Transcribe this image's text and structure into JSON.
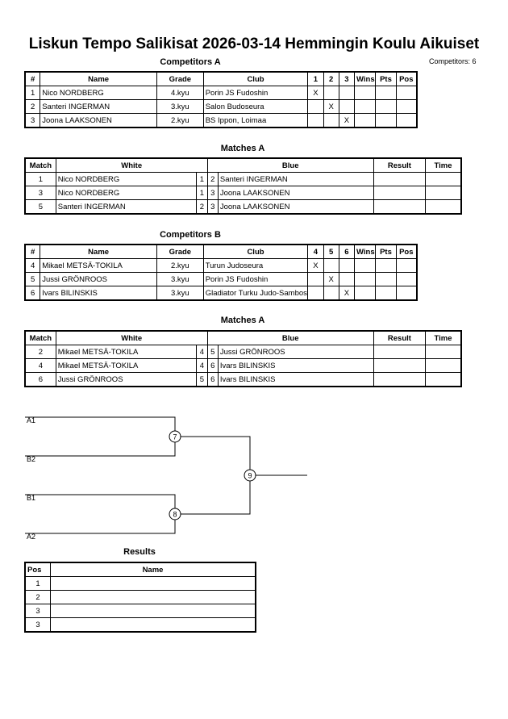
{
  "header": {
    "title": "Liskun Tempo Salikisat  2026-03-14  Hemmingin Koulu   Aikuiset",
    "competitors_count": "Competitors: 6"
  },
  "competitors_a": {
    "title": "Competitors A",
    "headers": [
      "#",
      "Name",
      "Grade",
      "Club",
      "1",
      "2",
      "3",
      "Wins",
      "Pts",
      "Pos"
    ],
    "rows": [
      {
        "num": "1",
        "name": "Nico NORDBERG",
        "grade": "4.kyu",
        "club": "Porin JS Fudoshin",
        "m1": "X",
        "m2": "",
        "m3": "",
        "wins": "",
        "pts": "",
        "pos": ""
      },
      {
        "num": "2",
        "name": "Santeri INGERMAN",
        "grade": "3.kyu",
        "club": "Salon Budoseura",
        "m1": "",
        "m2": "X",
        "m3": "",
        "wins": "",
        "pts": "",
        "pos": ""
      },
      {
        "num": "3",
        "name": "Joona LAAKSONEN",
        "grade": "2.kyu",
        "club": "BS Ippon, Loimaa",
        "m1": "",
        "m2": "",
        "m3": "X",
        "wins": "",
        "pts": "",
        "pos": ""
      }
    ]
  },
  "matches_a": {
    "title": "Matches A",
    "headers": [
      "Match",
      "White",
      "Blue",
      "Result",
      "Time"
    ],
    "rows": [
      {
        "match": "1",
        "white": "Nico NORDBERG",
        "w": "1",
        "b": "2",
        "blue": "Santeri INGERMAN",
        "result": "",
        "time": ""
      },
      {
        "match": "3",
        "white": "Nico NORDBERG",
        "w": "1",
        "b": "3",
        "blue": "Joona LAAKSONEN",
        "result": "",
        "time": ""
      },
      {
        "match": "5",
        "white": "Santeri INGERMAN",
        "w": "2",
        "b": "3",
        "blue": "Joona LAAKSONEN",
        "result": "",
        "time": ""
      }
    ]
  },
  "competitors_b": {
    "title": "Competitors B",
    "headers": [
      "#",
      "Name",
      "Grade",
      "Club",
      "4",
      "5",
      "6",
      "Wins",
      "Pts",
      "Pos"
    ],
    "rows": [
      {
        "num": "4",
        "name": "Mikael METSÄ-TOKILA",
        "grade": "2.kyu",
        "club": "Turun Judoseura",
        "m1": "X",
        "m2": "",
        "m3": "",
        "wins": "",
        "pts": "",
        "pos": ""
      },
      {
        "num": "5",
        "name": "Jussi GRÖNROOS",
        "grade": "3.kyu",
        "club": "Porin JS Fudoshin",
        "m1": "",
        "m2": "X",
        "m3": "",
        "wins": "",
        "pts": "",
        "pos": ""
      },
      {
        "num": "6",
        "name": "Ivars BILINSKIS",
        "grade": "3.kyu",
        "club": "Gladiator Turku Judo-Samboseura",
        "m1": "",
        "m2": "",
        "m3": "X",
        "wins": "",
        "pts": "",
        "pos": ""
      }
    ]
  },
  "matches_b": {
    "title": "Matches A",
    "headers": [
      "Match",
      "White",
      "Blue",
      "Result",
      "Time"
    ],
    "rows": [
      {
        "match": "2",
        "white": "Mikael METSÄ-TOKILA",
        "w": "4",
        "b": "5",
        "blue": "Jussi GRÖNROOS",
        "result": "",
        "time": ""
      },
      {
        "match": "4",
        "white": "Mikael METSÄ-TOKILA",
        "w": "4",
        "b": "6",
        "blue": "Ivars BILINSKIS",
        "result": "",
        "time": ""
      },
      {
        "match": "6",
        "white": "Jussi GRÖNROOS",
        "w": "5",
        "b": "6",
        "blue": "Ivars BILINSKIS",
        "result": "",
        "time": ""
      }
    ]
  },
  "bracket": {
    "labels": [
      "A1",
      "B2",
      "B1",
      "A2"
    ],
    "nodes": [
      "7",
      "8",
      "9"
    ]
  },
  "results": {
    "title": "Results",
    "headers": [
      "Pos",
      "Name"
    ],
    "rows": [
      {
        "pos": "1",
        "name": ""
      },
      {
        "pos": "2",
        "name": ""
      },
      {
        "pos": "3",
        "name": ""
      },
      {
        "pos": "3",
        "name": ""
      }
    ]
  }
}
